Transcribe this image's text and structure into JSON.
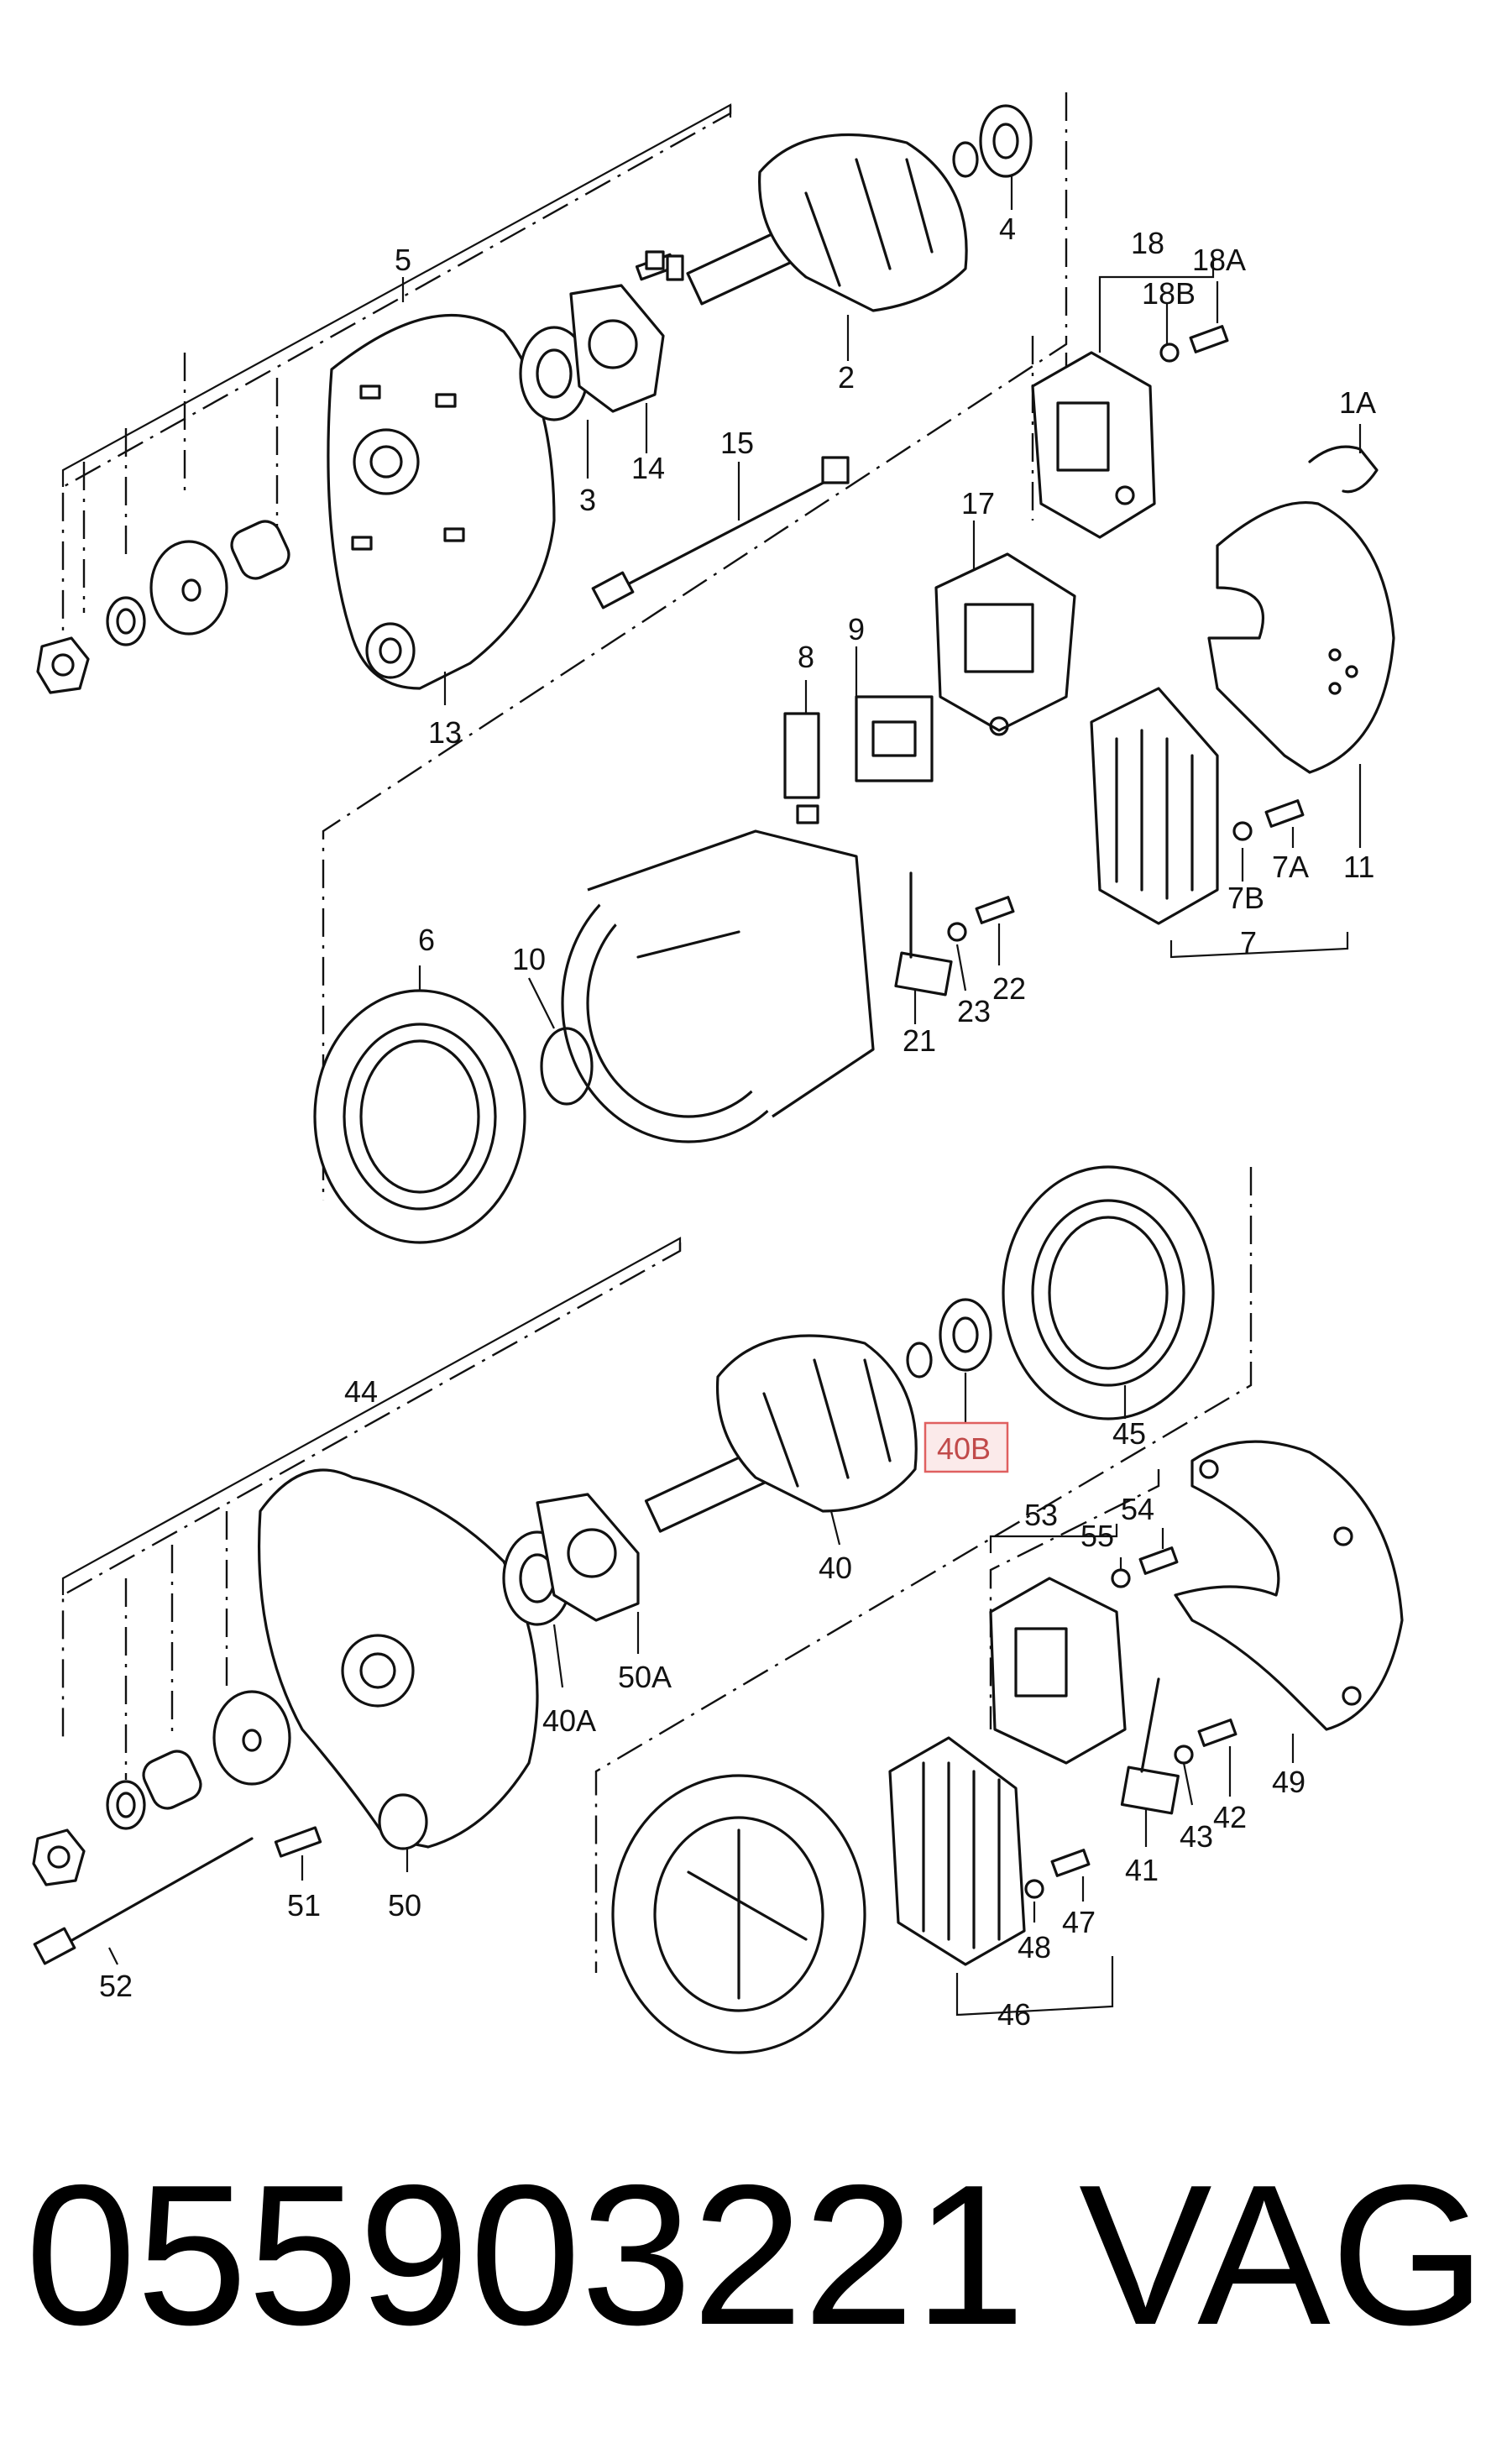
{
  "labels": {
    "l1A": "1A",
    "l2": "2",
    "l3": "3",
    "l4": "4",
    "l5": "5",
    "l6": "6",
    "l7": "7",
    "l7A": "7A",
    "l7B": "7B",
    "l8": "8",
    "l9": "9",
    "l10": "10",
    "l11": "11",
    "l13": "13",
    "l14": "14",
    "l15": "15",
    "l17": "17",
    "l18": "18",
    "l18A": "18A",
    "l18B": "18B",
    "l21": "21",
    "l22": "22",
    "l23": "23",
    "l40": "40",
    "l40A": "40A",
    "l40B": "40B",
    "l41": "41",
    "l42": "42",
    "l43": "43",
    "l44": "44",
    "l45": "45",
    "l46": "46",
    "l47": "47",
    "l48": "48",
    "l49": "49",
    "l50": "50",
    "l50A": "50A",
    "l51": "51",
    "l52": "52",
    "l53": "53",
    "l54": "54",
    "l55": "55"
  },
  "footer": {
    "part_number": "055903221",
    "brand": "VAG"
  },
  "highlight": {
    "label": "40B",
    "stroke": "#e06060",
    "fill": "#fbeaea"
  }
}
